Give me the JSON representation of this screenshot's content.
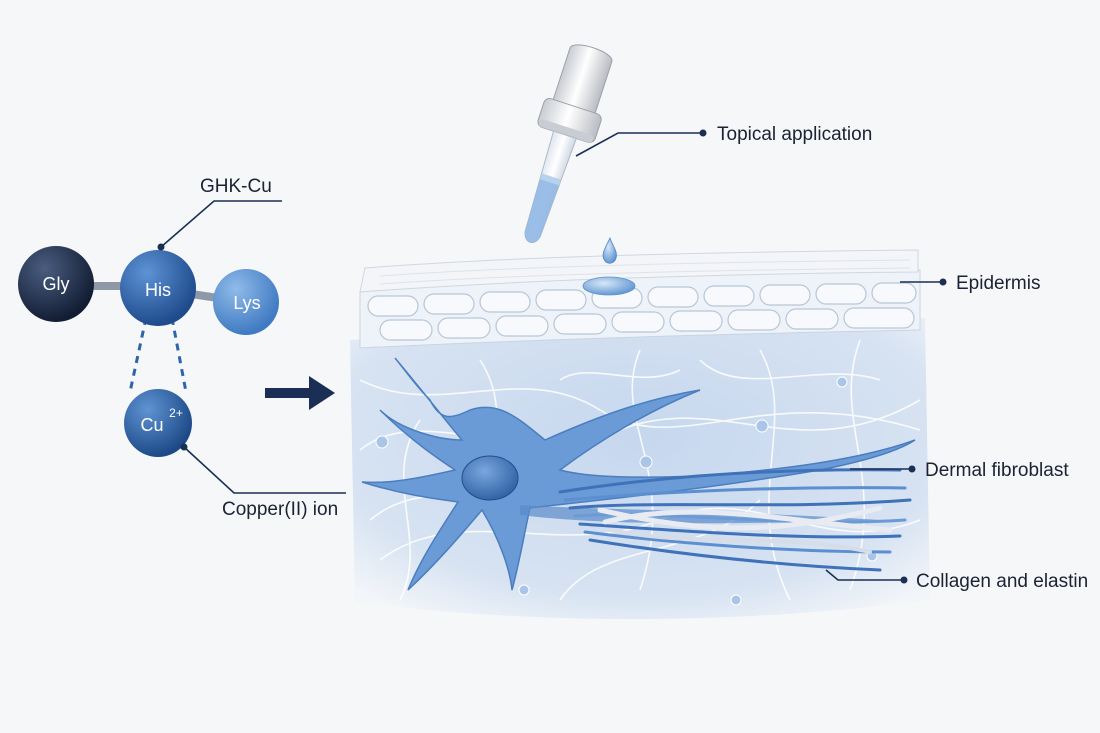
{
  "molecule": {
    "label": "GHK-Cu",
    "atoms": {
      "gly": "Gly",
      "his": "His",
      "lys": "Lys",
      "cu": "Cu",
      "cu_charge": "2+"
    },
    "ion_label": "Copper(II) ion"
  },
  "labels": {
    "topical": "Topical application",
    "epidermis": "Epidermis",
    "fibroblast": "Dermal fibroblast",
    "collagen": "Collagen and elastin"
  },
  "colors": {
    "background": "#f6f7f9",
    "navy": "#1b2e55",
    "atom_dark": "#1f2f4d",
    "atom_mid": "#2f64ad",
    "atom_light": "#4f8fd0",
    "skin": "#d6e2f1",
    "cell_blue": "#5a8fce",
    "text": "#1a2233"
  }
}
